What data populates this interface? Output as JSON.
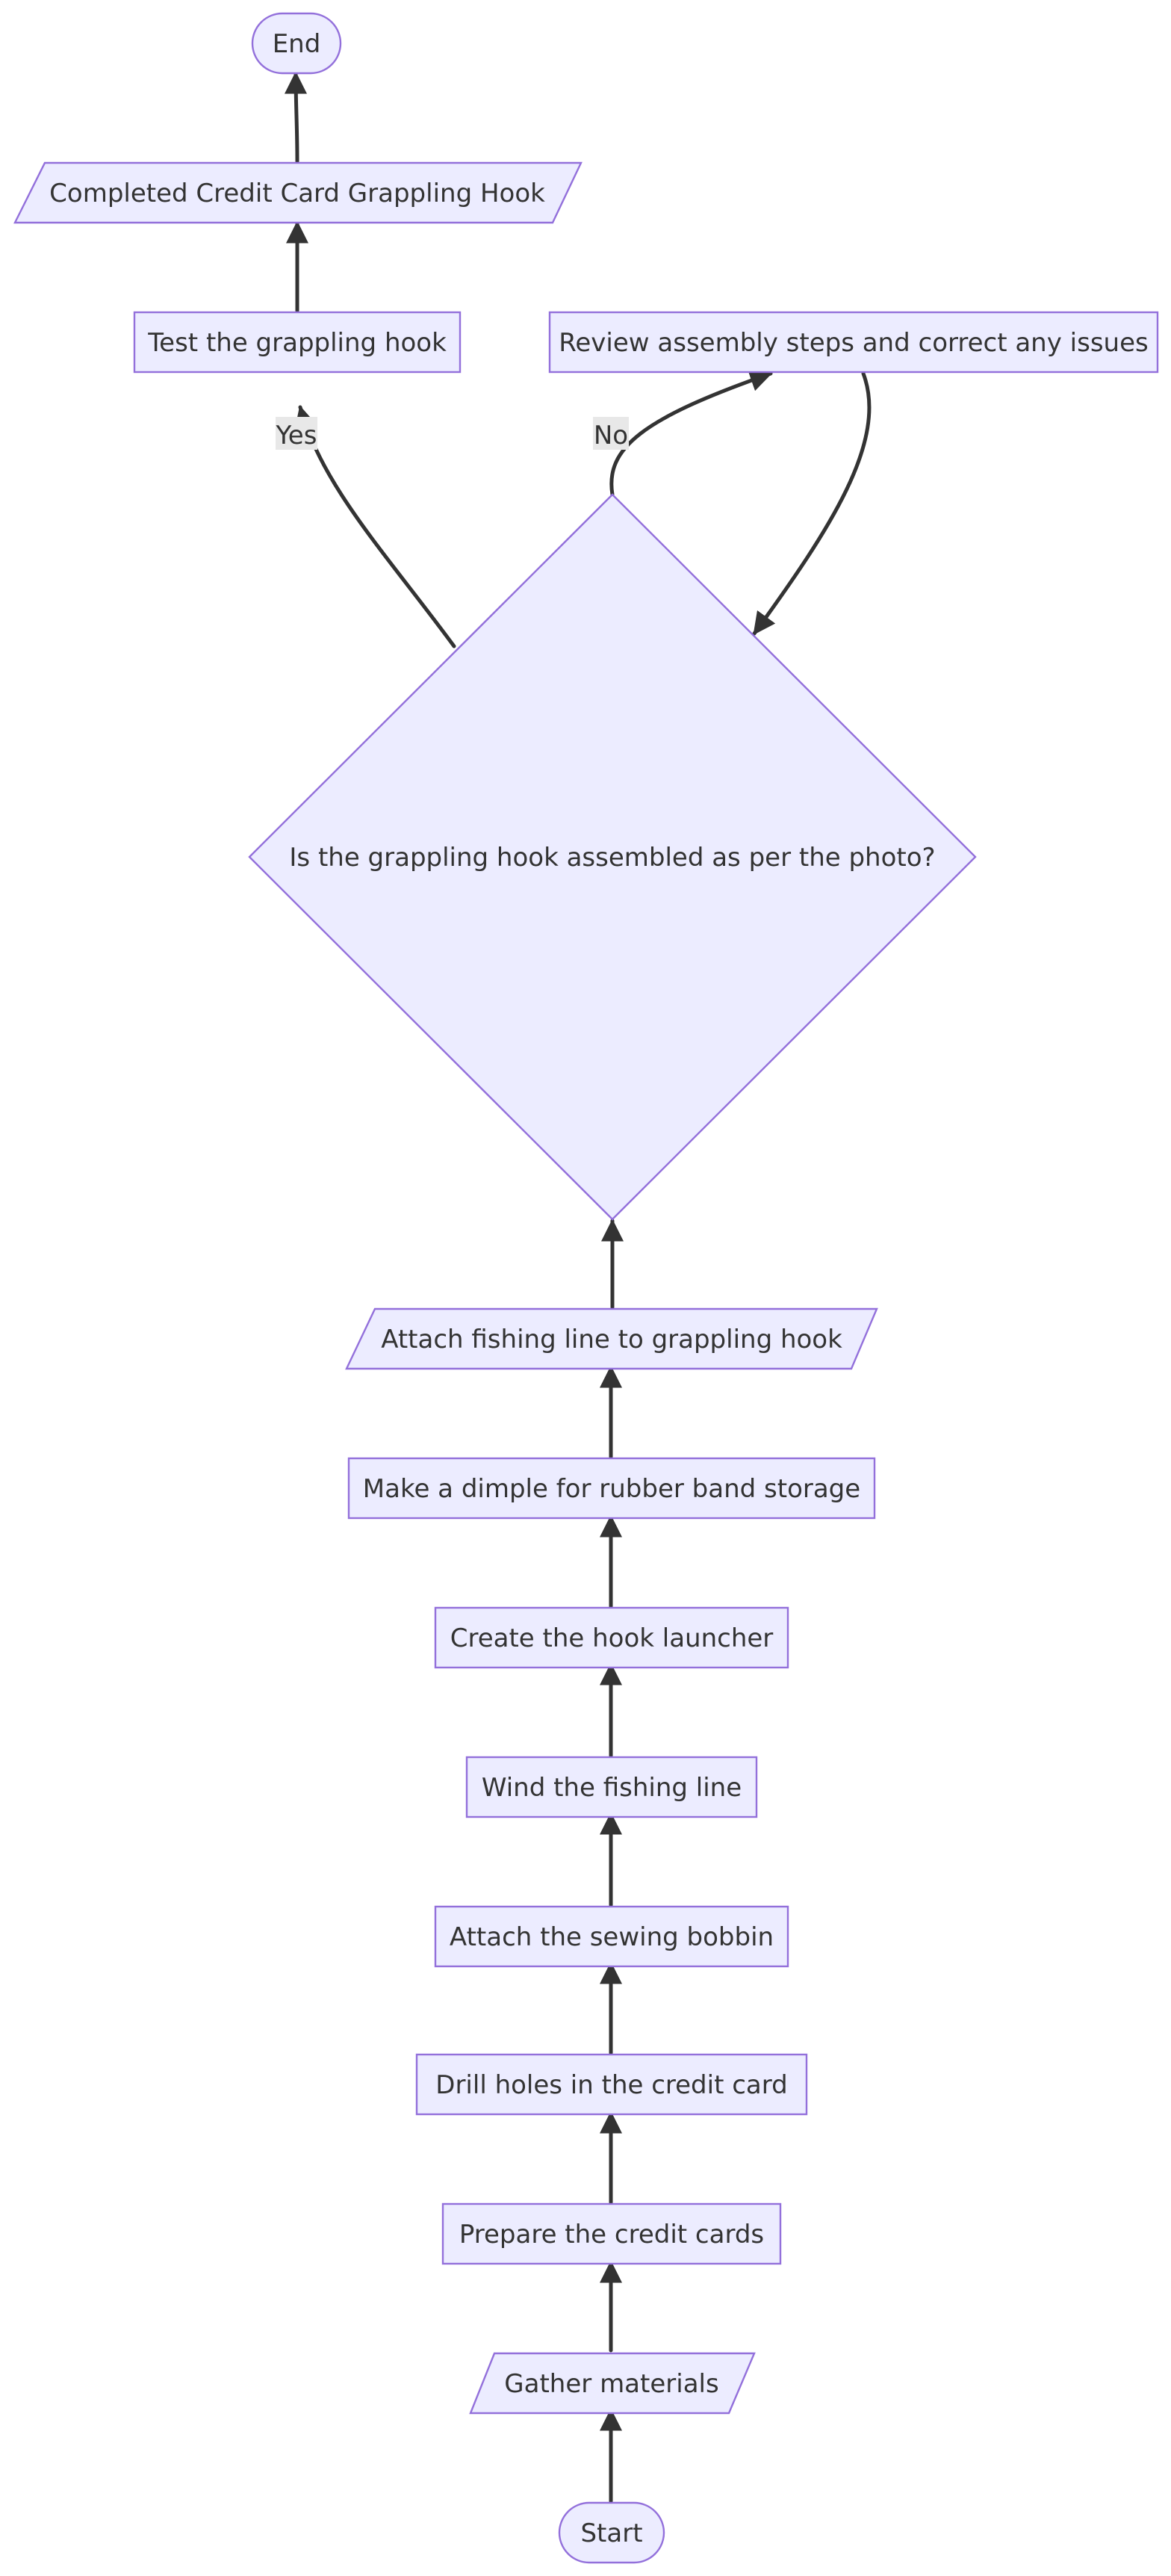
{
  "diagram": {
    "nodes": {
      "end": "End",
      "completed": "Completed Credit Card Grappling Hook",
      "test": "Test the grappling hook",
      "review": "Review assembly steps and correct any issues",
      "decision": "Is the grappling hook assembled as per the photo?",
      "attach_line": "Attach fishing line to grappling hook",
      "dimple": "Make a dimple for rubber band storage",
      "launcher": "Create the hook launcher",
      "wind": "Wind the fishing line",
      "bobbin": "Attach the sewing bobbin",
      "drill": "Drill holes in the credit card",
      "prepare": "Prepare the credit cards",
      "gather": "Gather materials",
      "start": "Start"
    },
    "edge_labels": {
      "yes": "Yes",
      "no": "No"
    }
  },
  "colors": {
    "node_fill": "#ECECFF",
    "node_stroke": "#9370DB",
    "edge": "#333333",
    "text": "#333333",
    "edge_label_bg": "#E8E8E8"
  }
}
